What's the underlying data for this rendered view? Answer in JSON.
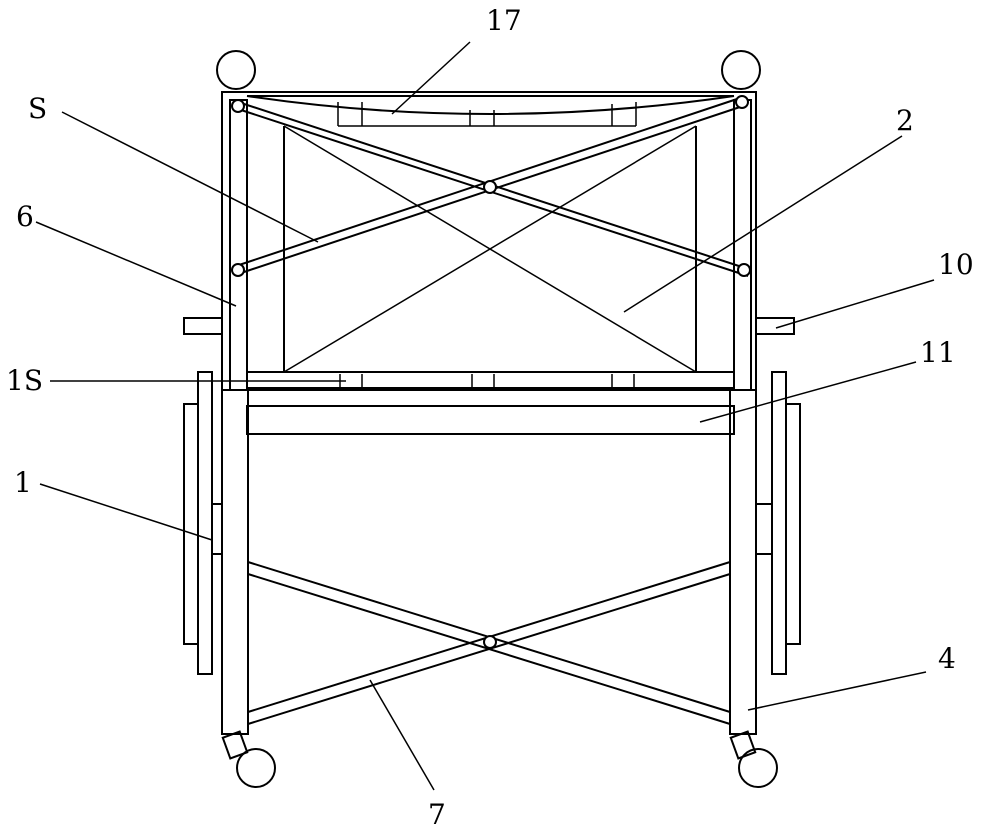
{
  "labels": {
    "l17": "17",
    "lS": "S",
    "l2": "2",
    "l6": "6",
    "l10": "10",
    "l18": "1S",
    "l11": "11",
    "l1": "1",
    "l4": "4",
    "l7": "7"
  },
  "colors": {
    "ink": "#000000",
    "paper": "#ffffff"
  }
}
